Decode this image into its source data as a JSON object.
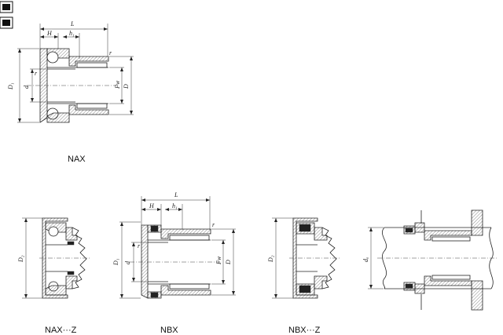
{
  "captions": {
    "nax": "NAX",
    "nax_z": "NAX···Z",
    "nbx": "NBX",
    "nbx_z": "NBX···Z"
  },
  "dims": {
    "L": "L",
    "H": "H",
    "h1": "h₁",
    "r": "r",
    "D1": "D₁",
    "D2": "D₂",
    "d": "d",
    "da": "dₐ",
    "Fw": "Fw",
    "D": "D"
  }
}
